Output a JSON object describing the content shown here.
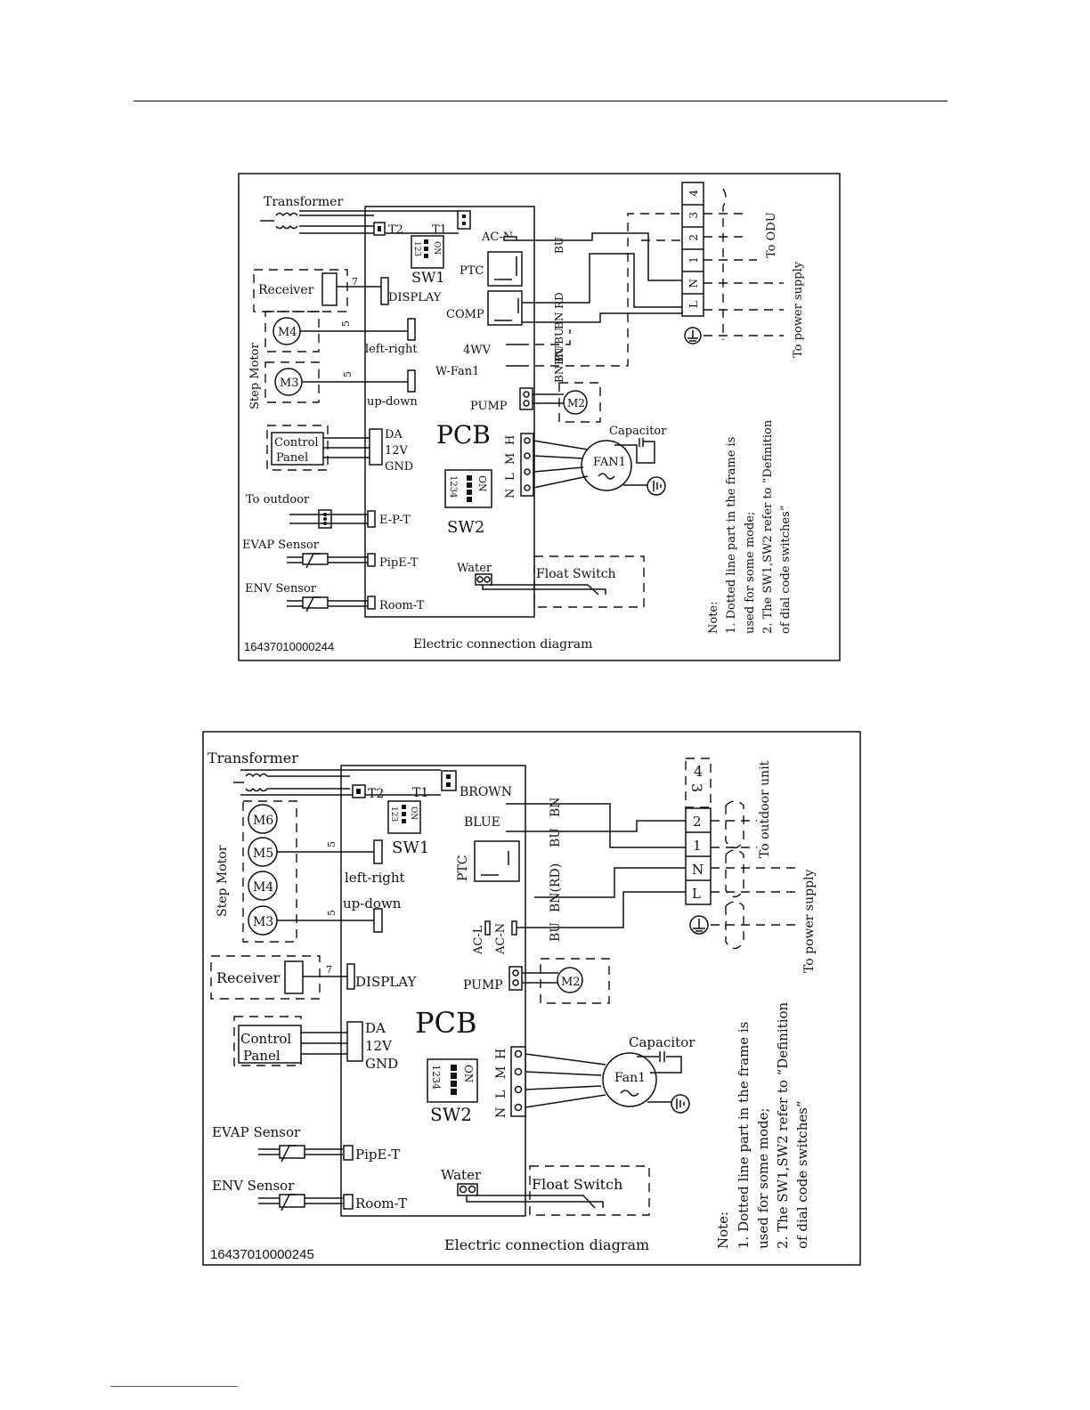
{
  "diagram1": {
    "transformer": "Transformer",
    "t2": "T2",
    "t1": "T1",
    "ac_n": "AC-N",
    "ptc": "PTC",
    "comp": "COMP",
    "fourwv": "4WV",
    "wfan": "W-Fan1",
    "pump": "PUMP",
    "sw1": "SW1",
    "sw1_on": "ON",
    "sw1_nums": "123",
    "receiver": "Receiver",
    "display": "DISPLAY",
    "step_motor": "Step Motor",
    "m4": "M4",
    "m3": "M3",
    "m2": "M2",
    "five_a": "5",
    "five_b": "5",
    "seven": "7",
    "left_right": "left-right",
    "up_down": "up-down",
    "pcb": "PCB",
    "control": "Control",
    "panel": "Panel",
    "da": "DA",
    "v12": "12V",
    "gnd": "GND",
    "sw2": "SW2",
    "sw2_on": "ON",
    "sw2_nums": "1234",
    "to_outdoor": "To outdoor",
    "ept": "E-P-T",
    "evap": "EVAP Sensor",
    "pipe": "PipE-T",
    "env": "ENV Sensor",
    "room": "Room-T",
    "water": "Water",
    "float": "Float Switch",
    "capacitor": "Capacitor",
    "fan": "FAN1",
    "hmln": [
      "H",
      "M",
      "L",
      "N"
    ],
    "bu_top": "BU",
    "bn_rd": "BN RD",
    "bn_bu": "BN BU",
    "bn_bu2": "BN BU",
    "terminals": [
      "4",
      "3",
      "2",
      "1",
      "N",
      "L"
    ],
    "to_odu": "To ODU",
    "to_power": "To power supply",
    "note_title": "Note:",
    "note1a": "1. Dotted line part in the frame is",
    "note1b": "used for some mode;",
    "note2a": "2. The SW1,SW2 refer to “Definition",
    "note2b": "of dial code switches”",
    "code": "16437010000244",
    "caption": "Electric connection diagram"
  },
  "diagram2": {
    "transformer": "Transformer",
    "t2": "T2",
    "t1": "T1",
    "brown": "BROWN",
    "blue": "BLUE",
    "bn": "BN",
    "bu": "BU",
    "ptc": "PTC",
    "bn_rd": "BN(RD)",
    "bu2": "BU",
    "ac_l": "AC-L",
    "ac_n": "AC-N",
    "sw1": "SW1",
    "sw1_on": "ON",
    "sw1_nums": "123",
    "step_motor": "Step Motor",
    "m6": "M6",
    "m5": "M5",
    "m4": "M4",
    "m3": "M3",
    "m2": "M2",
    "five_a": "5",
    "five_b": "5",
    "seven": "7",
    "left_right": "left-right",
    "up_down": "up-down",
    "receiver": "Receiver",
    "display": "DISPLAY",
    "pump": "PUMP",
    "pcb": "PCB",
    "control": "Control",
    "panel": "Panel",
    "da": "DA",
    "v12": "12V",
    "gnd": "GND",
    "sw2": "SW2",
    "sw2_on": "ON",
    "sw2_nums": "1234",
    "hmln": [
      "H",
      "M",
      "L",
      "N"
    ],
    "capacitor": "Capacitor",
    "fan": "Fan1",
    "evap": "EVAP Sensor",
    "pipe": "PipE-T",
    "env": "ENV Sensor",
    "room": "Room-T",
    "water": "Water",
    "float": "Float Switch",
    "terminals": [
      "4",
      "3",
      "2",
      "1",
      "N",
      "L"
    ],
    "to_outdoor_unit": "To outdoor unit",
    "to_power": "To power supply",
    "note_title": "Note:",
    "note1a": "1. Dotted line part in the frame is",
    "note1b": "used for some mode;",
    "note2a": "2. The SW1,SW2 refer to “Definition",
    "note2b": "of dial code switches”",
    "code": "16437010000245",
    "caption": "Electric connection diagram"
  }
}
